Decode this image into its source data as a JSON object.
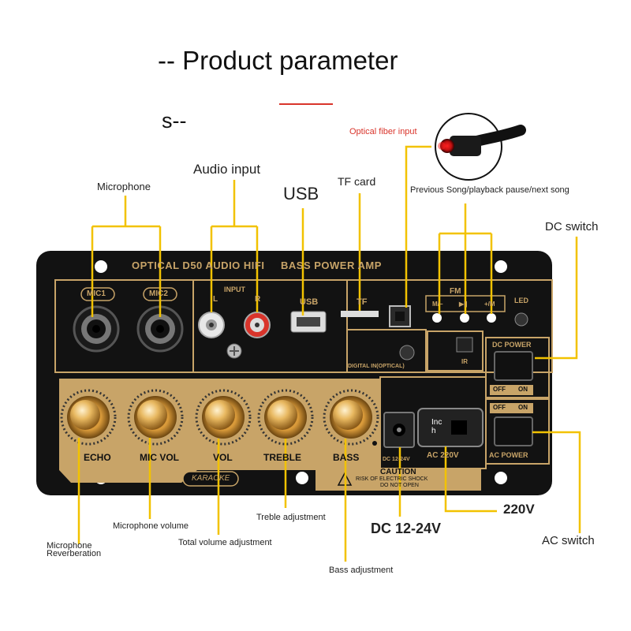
{
  "title": "-- Product parameter",
  "subtitle": "s--",
  "callouts": {
    "microphone": "Microphone",
    "audio_input": "Audio input",
    "usb": "USB",
    "tf_card": "TF card",
    "optical_input": "Optical fiber input",
    "prev_play_next": "Previous Song/playback pause/next song",
    "dc_switch": "DC switch",
    "mic_volume": "Microphone volume",
    "mic_reverb_line1": "Microphone",
    "mic_reverb_line2": "Reverberation",
    "total_volume": "Total volume adjustment",
    "treble": "Treble adjustment",
    "bass": "Bass adjustment",
    "dc_voltage": "DC 12-24V",
    "ac_voltage": "220V",
    "ac_switch": "AC switch"
  },
  "panel": {
    "header": "OPTICAL D50 AUDIO HIFI     BASS POWER AMP",
    "mic1": "MIC1",
    "mic2": "MIC2",
    "input": "INPUT",
    "l": "L",
    "r": "R",
    "usb": "USB",
    "tf": "TF",
    "fm": "FM",
    "prev_btn": "M/−",
    "play_btn": "▶||",
    "next_btn": "+/M",
    "led": "LED",
    "digital_in": "DIGITAL IN(OPTICAL)",
    "ir": "IR",
    "dc_power": "DC POWER",
    "ac_power": "AC POWER",
    "off": "OFF",
    "on": "ON",
    "knobs": [
      "ECHO",
      "MIC VOL",
      "VOL",
      "TREBLE",
      "BASS"
    ],
    "dc_jack_label": "DC 12-24V",
    "ac_socket_label": "AC 220V",
    "inch": "Inc\nh",
    "caution": "CAUTION",
    "caution_line2": "RISK OF ELECTRIC SHOCK",
    "caution_line3": "DO NOT OPEN",
    "karaoke": "KARAOKE"
  },
  "colors": {
    "callout_line": "#f2c200",
    "panel_bg": "#121212",
    "gold": "#c8a468",
    "knob": "#d99a3a",
    "accent_red": "#d9342b"
  }
}
